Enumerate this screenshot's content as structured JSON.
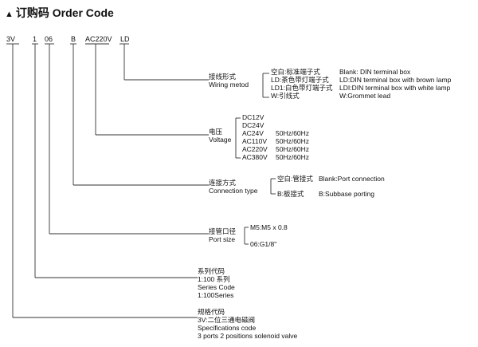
{
  "title": "订购码 Order Code",
  "codes": [
    "3V",
    "1",
    "06",
    "B",
    "AC220V",
    "LD"
  ],
  "wiring": {
    "cn": "接线形式",
    "en": "Wiring metod",
    "options_cn": [
      "空白:标准端子式",
      "LD:茶色带灯端子式",
      "LD1:白色带灯端子式",
      "W:引线式"
    ],
    "options_en": [
      "Blank: DIN  terminal  box",
      "LD:DIN  terminal  box with brown lamp",
      "LDI:DIN  terminal  box with white lamp",
      "W:Grommet lead"
    ]
  },
  "voltage": {
    "cn": "电压",
    "en": "Voltage",
    "options": [
      {
        "v": "DC12V",
        "hz": ""
      },
      {
        "v": "DC24V",
        "hz": ""
      },
      {
        "v": "AC24V",
        "hz": "50Hz/60Hz"
      },
      {
        "v": "AC110V",
        "hz": "50Hz/60Hz"
      },
      {
        "v": "AC220V",
        "hz": "50Hz/60Hz"
      },
      {
        "v": "AC380V",
        "hz": "50Hz/60Hz"
      }
    ]
  },
  "connection": {
    "cn": "连接方式",
    "en": "Connection type",
    "opt1_cn": "空白:管接式",
    "opt1_en": "Blank:Port connection",
    "opt2_cn": "B:板接式",
    "opt2_en": "B:Subbase porting"
  },
  "port": {
    "cn": "接管口径",
    "en": "Port size",
    "opt1": "M5:M5 x 0.8",
    "opt2": "06:G1/8\""
  },
  "series": {
    "cn": "系列代码",
    "line2": "1:100 系列",
    "en": "Series Code",
    "line4": "1:100Series"
  },
  "spec": {
    "cn": "规格代码",
    "line2": "3V:二位三通电磁阀",
    "en": "Specifications code",
    "line4": "3 ports 2 positions solenoid valve"
  }
}
